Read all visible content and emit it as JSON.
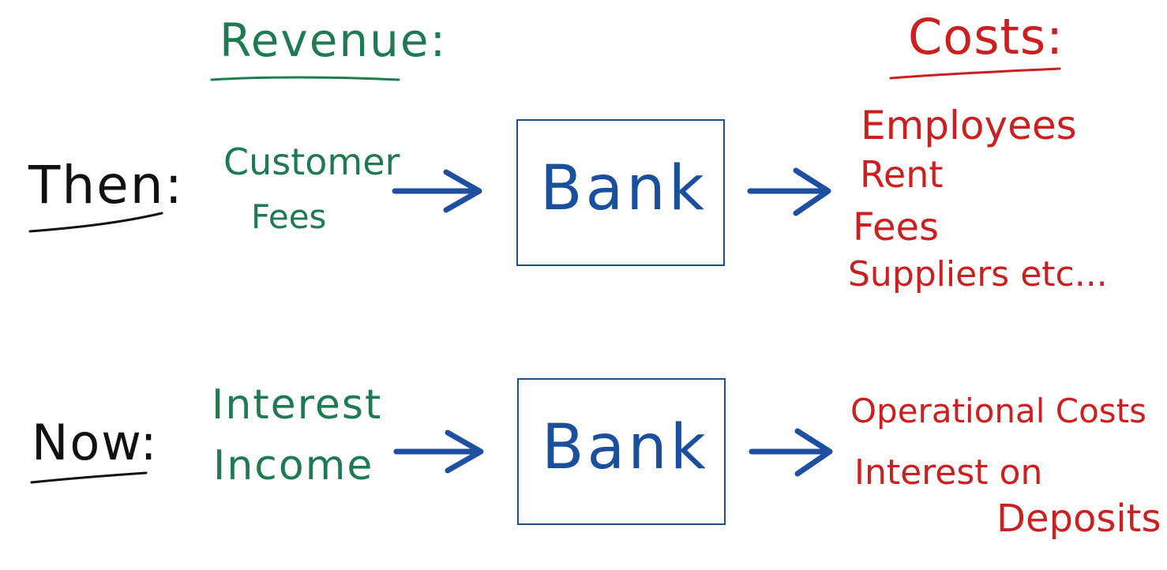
{
  "headers": {
    "revenue": "Revenue:",
    "costs": "Costs:"
  },
  "rows": {
    "then": {
      "label": "Then:",
      "revenue": [
        "Customer",
        "Fees"
      ],
      "bank": "Bank",
      "costs": [
        "Employees",
        "Rent",
        "Fees",
        "Suppliers etc..."
      ]
    },
    "now": {
      "label": "Now:",
      "revenue": [
        "Interest",
        "Income"
      ],
      "bank": "Bank",
      "costs": [
        "Operational Costs",
        "Interest on",
        "Deposits"
      ]
    }
  },
  "colors": {
    "revenue": "#1f7a52",
    "costs": "#cc1f1f",
    "label": "#111111",
    "bank": "#1a4f9e",
    "arrow": "#1f4fa0"
  }
}
